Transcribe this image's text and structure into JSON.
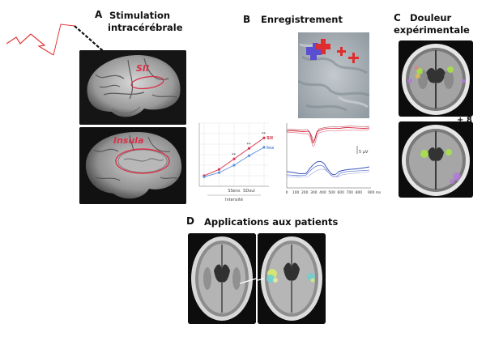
{
  "panels": {
    "A": {
      "letter": "A",
      "title_line1": "Stimulation",
      "title_line2": "intracérébrale",
      "label_sii": "SII",
      "label_insula": "Insula"
    },
    "B": {
      "letter": "B",
      "title": "Enregistrement"
    },
    "C": {
      "letter": "C",
      "title_line1": "Douleur",
      "title_line2": "expérimentale",
      "slice_offset": "+ 8"
    },
    "D": {
      "letter": "D",
      "title": "Applications aux patients"
    }
  },
  "chart_data": {
    "type": "line",
    "categories": [
      "",
      "",
      "SSens",
      "SDoul",
      ""
    ],
    "xlabel": "Intensité",
    "ylabel": "",
    "significance_marks": [
      "**",
      "**",
      "**"
    ],
    "series": [
      {
        "name": "SII",
        "color": "#d8324a",
        "values": [
          1.0,
          1.6,
          2.6,
          3.6,
          4.6
        ]
      },
      {
        "name": "Insula",
        "color": "#5c8fdc",
        "values": [
          0.9,
          1.3,
          2.0,
          2.9,
          3.7
        ]
      }
    ],
    "ylim": [
      0,
      6
    ],
    "grid": true
  },
  "erp": {
    "scale_label": "5 µV",
    "time_ticks": [
      "0",
      "100",
      "200",
      "300",
      "400",
      "500",
      "600",
      "700",
      "800",
      "900 ms"
    ],
    "colors": {
      "upper": "#d8324a",
      "lower": "#3a55b8"
    }
  },
  "colors": {
    "sii_red": "#d8324a",
    "insula_blue": "#5c8fdc",
    "bolt_red": "#e23a3a",
    "activation_green": "#a8e04a",
    "activation_violet": "#b27ad8"
  }
}
